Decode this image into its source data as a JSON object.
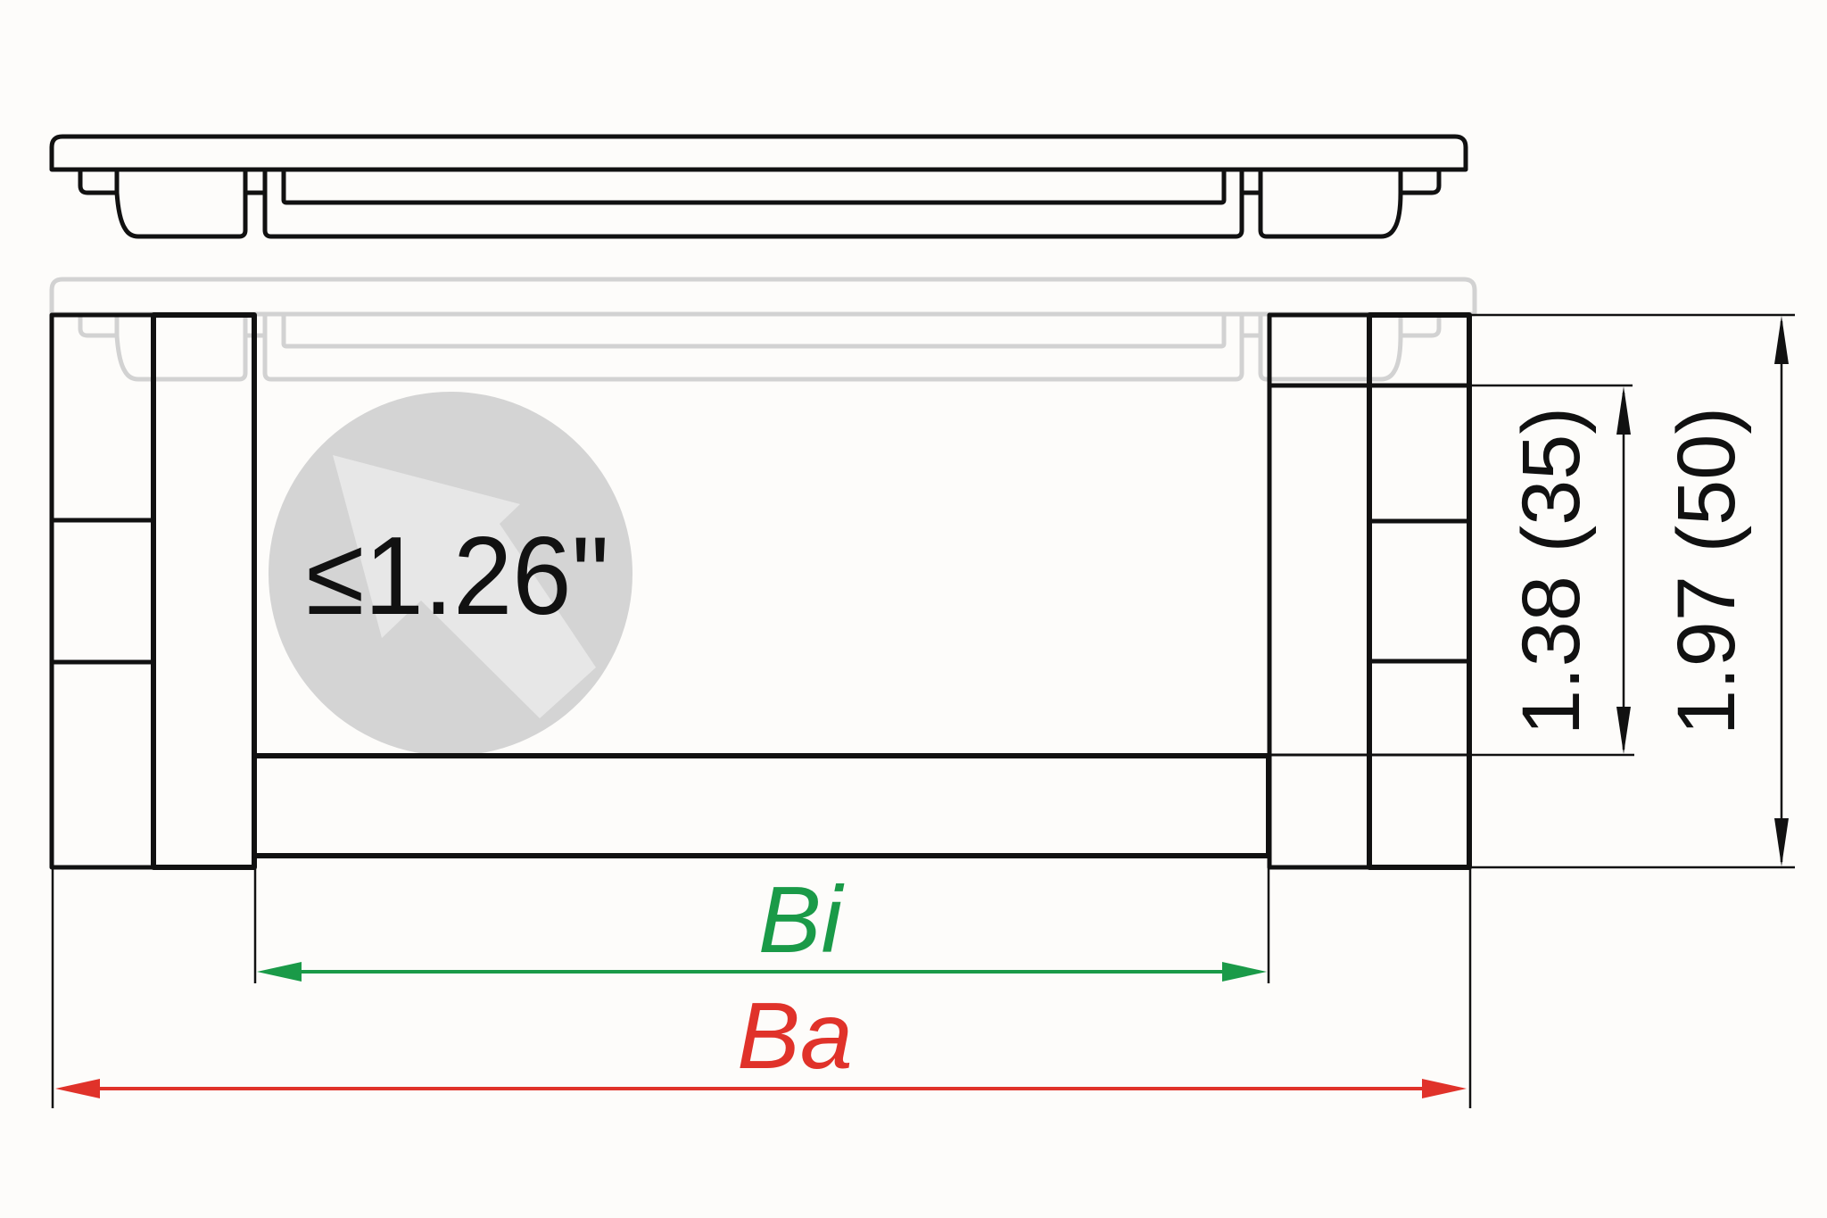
{
  "colors": {
    "background": "#fdfcfa",
    "line": "#111111",
    "ghost": "#d2d2d2",
    "badge_circle": "#d4d4d4",
    "badge_arrow": "#e7e7e7",
    "inner_width": "#1a9a48",
    "outer_width": "#e0322a"
  },
  "badge": {
    "icon": "arrow-up-left-icon",
    "text": "≤1.26\""
  },
  "dimensions": {
    "inner_height": {
      "label": "1.38 (35)",
      "inches": 1.38,
      "mm": 35
    },
    "outer_height": {
      "label": "1.97 (50)",
      "inches": 1.97,
      "mm": 50
    },
    "inner_width": {
      "label": "Bi"
    },
    "outer_width": {
      "label": "Ba"
    }
  },
  "parts": {
    "cover_top": "Cover (lid) – side view",
    "cover_ghost": "Cover in mounted position (ghost)",
    "frame": "Chain link cross-section",
    "crossbar": "Bottom crossbar"
  }
}
